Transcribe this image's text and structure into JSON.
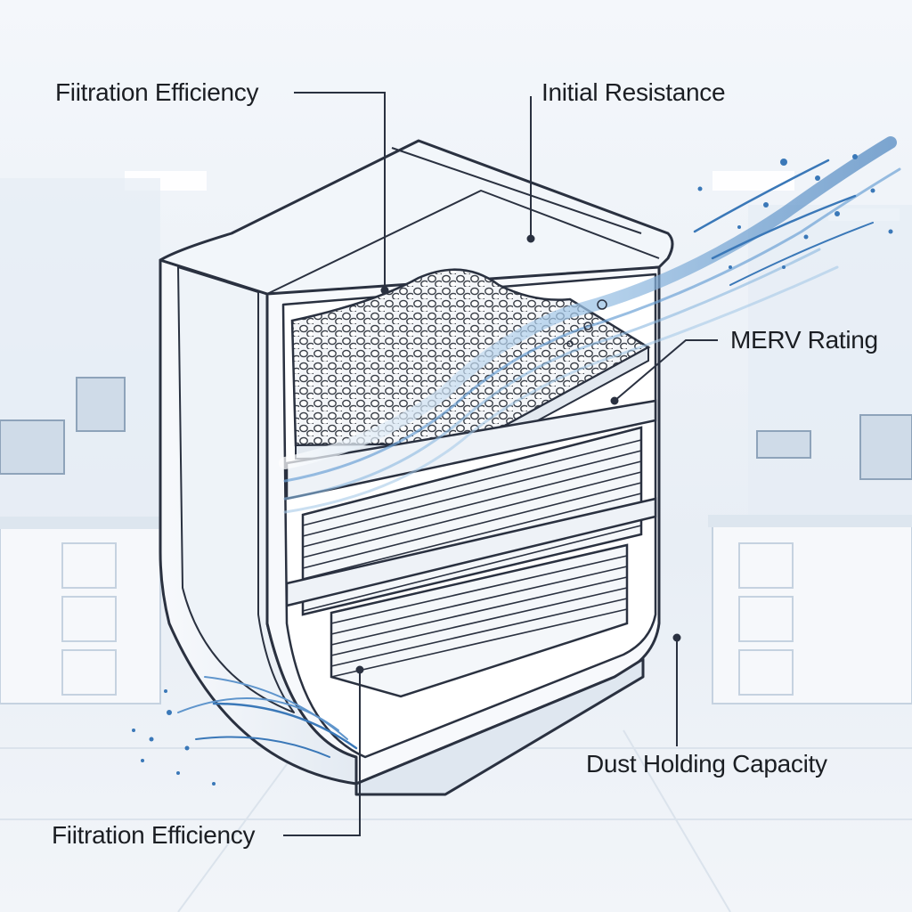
{
  "labels": {
    "top_left": "Fiitration Efficiency",
    "top_center": "Initial Resistance",
    "right_middle": "MERV Rating",
    "bottom_right": "Dust Holding Capacity",
    "bottom_left": "Fiitration Efficiency"
  },
  "colors": {
    "background": "#eef3f8",
    "outline": "#2a3140",
    "airflow": "#3a78b8",
    "label_text": "#1b1e23"
  }
}
